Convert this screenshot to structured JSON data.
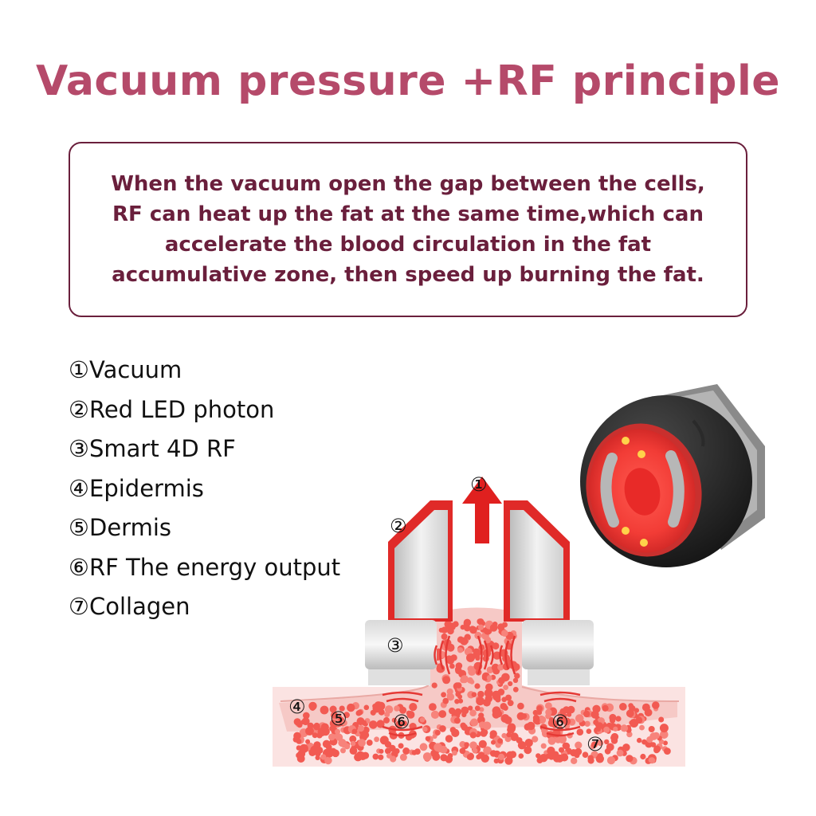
{
  "title": "Vacuum pressure +RF principle",
  "description_lines": [
    "When the vacuum open the gap between the cells,",
    "RF can heat up the fat at the same time,which can",
    "accelerate the blood circulation in the fat",
    "accumulative zone, then speed up burning the fat."
  ],
  "legend": [
    "①Vacuum",
    "②Red LED photon",
    "③Smart 4D RF",
    "④Epidermis",
    "⑤Dermis",
    "⑥RF The energy output",
    "⑦Collagen"
  ],
  "diagram_markers": {
    "vacuum": "①",
    "led": "②",
    "rf": "③",
    "epidermis": "④",
    "dermis": "⑤",
    "energy_left": "⑥",
    "energy_right": "⑥",
    "collagen": "⑦"
  },
  "colors": {
    "title": "#b54a6a",
    "box_text": "#6a1f3c",
    "arrow": "#e0201f",
    "skin": "#f6c9c6",
    "cells": "#f25a52"
  }
}
